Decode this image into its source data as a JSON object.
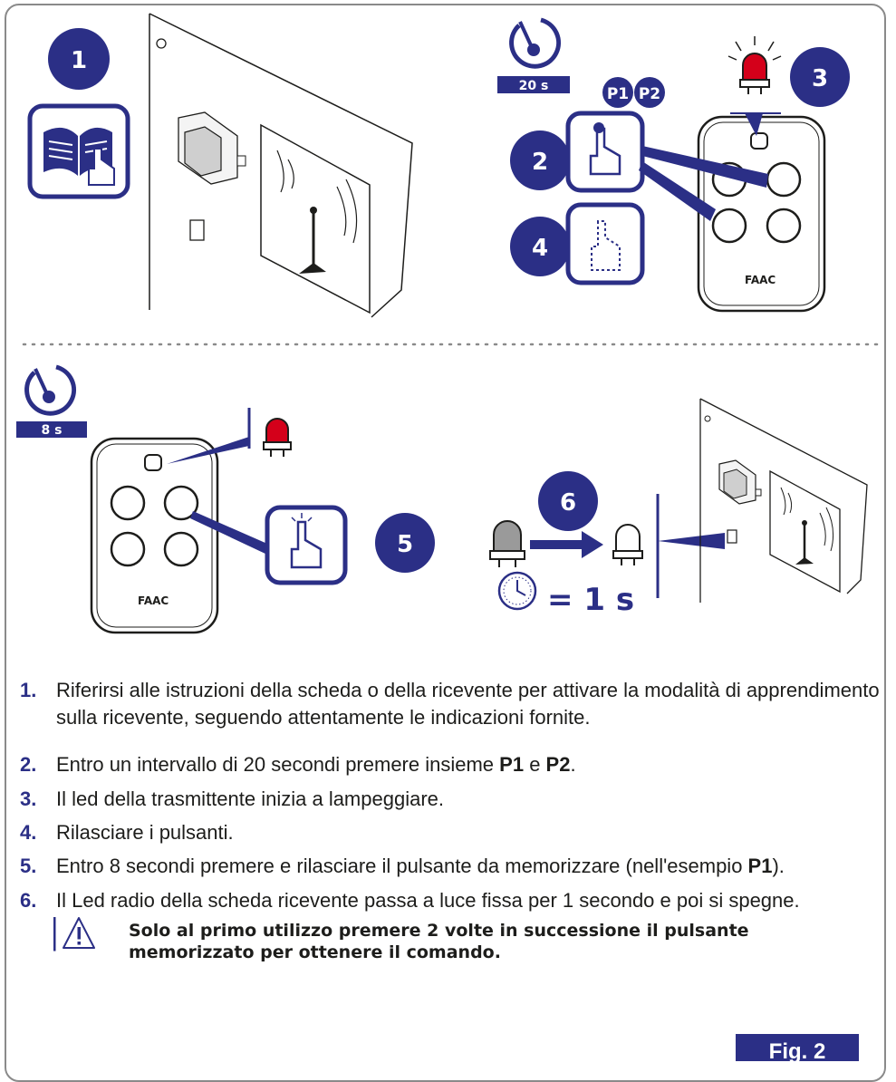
{
  "colors": {
    "brand": "#2b2f86",
    "led_red": "#d4001a",
    "led_off": "#9a9a9a",
    "border": "#8a8a8a"
  },
  "icons": [
    "manual-book-icon",
    "timer-icon",
    "led-icon",
    "hand-press-icon",
    "hand-release-icon",
    "clock-icon",
    "warning-icon",
    "antenna-icon"
  ],
  "illustration": {
    "badges": [
      "1",
      "2",
      "3",
      "4",
      "5",
      "6"
    ],
    "timer_top": "20 s",
    "timer_bottom": "8 s",
    "p1_label": "P1",
    "p2_label": "P2",
    "brand_logo": "FAAC",
    "duration_label": "= 1 s"
  },
  "steps": [
    {
      "num": "1.",
      "text": "Riferirsi alle istruzioni della scheda o della ricevente per attivare la modalità di apprendimento sulla ricevente, seguendo attentamente le indicazioni fornite."
    },
    {
      "num": "2.",
      "pre": "Entro un intervallo di 20 secondi premere insieme ",
      "b1": "P1",
      "mid": " e ",
      "b2": "P2",
      "post": "."
    },
    {
      "num": "3.",
      "text": "Il led della trasmittente inizia a lampeggiare."
    },
    {
      "num": "4.",
      "text": "Rilasciare i pulsanti."
    },
    {
      "num": "5.",
      "pre": "Entro 8 secondi premere e rilasciare il pulsante da memorizzare (nell'esempio ",
      "b1": "P1",
      "post": ")."
    },
    {
      "num": "6.",
      "text": "Il Led radio della scheda ricevente passa a luce fissa per 1 secondo e poi si spegne."
    }
  ],
  "warning": {
    "text": "Solo al primo utilizzo premere 2 volte in successione il pulsante memorizzato per ottenere il comando."
  },
  "figure_tag": "Fig. 2"
}
